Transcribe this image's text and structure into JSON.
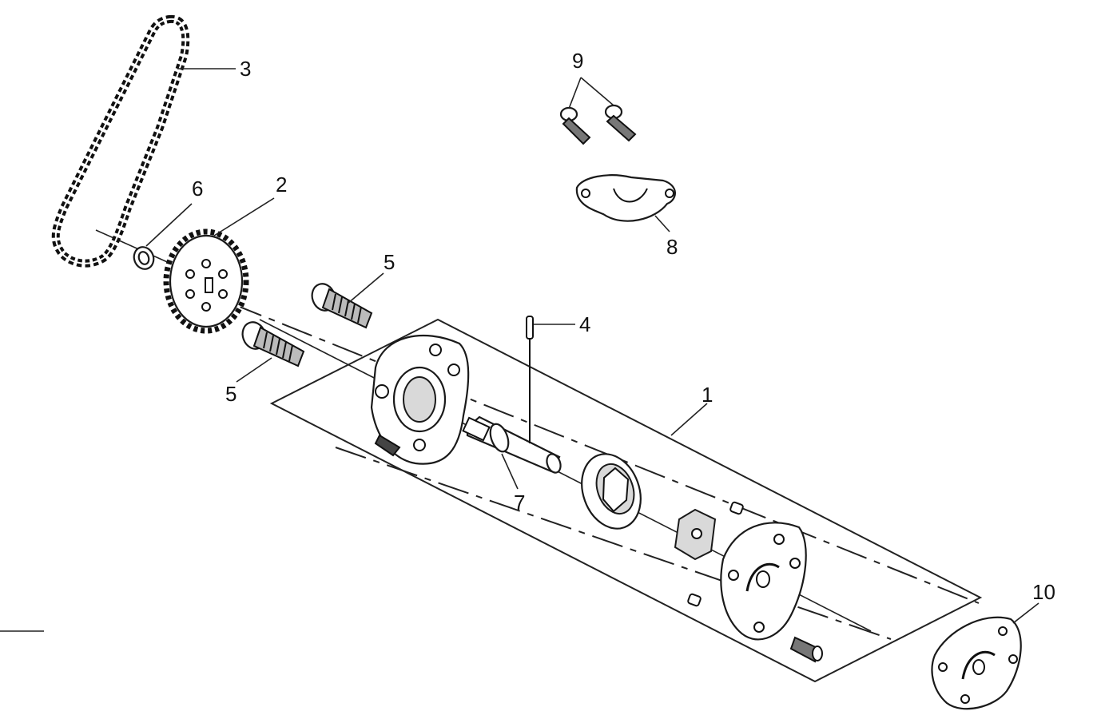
{
  "callouts": [
    {
      "id": "1",
      "label": "1"
    },
    {
      "id": "2",
      "label": "2"
    },
    {
      "id": "3",
      "label": "3"
    },
    {
      "id": "4",
      "label": "4"
    },
    {
      "id": "5a",
      "label": "5"
    },
    {
      "id": "5b",
      "label": "5"
    },
    {
      "id": "6",
      "label": "6"
    },
    {
      "id": "7",
      "label": "7"
    },
    {
      "id": "8",
      "label": "8"
    },
    {
      "id": "9",
      "label": "9"
    },
    {
      "id": "10",
      "label": "10"
    }
  ]
}
